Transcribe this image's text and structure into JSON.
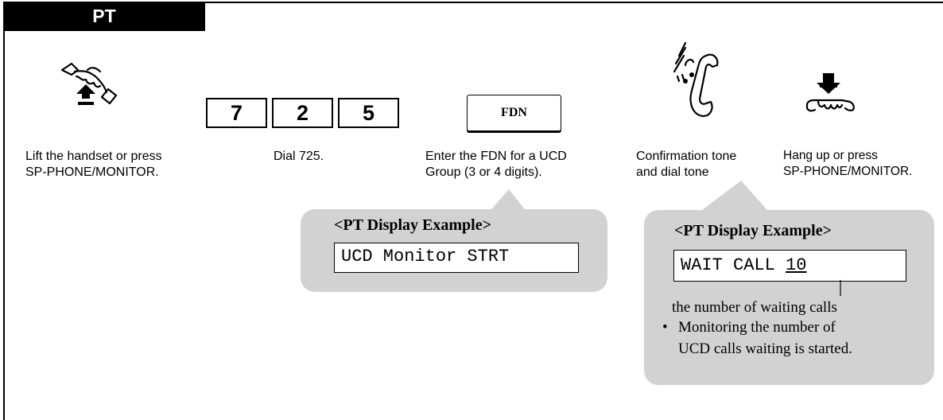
{
  "header": {
    "tab_label": "PT"
  },
  "steps": [
    {
      "icon": "lift-handset-icon",
      "caption_line1": "Lift the handset or press",
      "caption_line2": "SP-PHONE/MONITOR."
    },
    {
      "keys": [
        "7",
        "2",
        "5"
      ],
      "caption": "Dial 725."
    },
    {
      "key": "FDN",
      "caption_line1": "Enter the FDN for a UCD",
      "caption_line2": "Group (3 or 4 digits)."
    },
    {
      "icon": "ringing-handset-icon",
      "caption_line1": "Confirmation tone",
      "caption_line2": "and dial tone"
    },
    {
      "icon": "hang-up-icon",
      "caption_line1": "Hang up or press",
      "caption_line2": "SP-PHONE/MONITOR."
    }
  ],
  "display_examples": [
    {
      "title": "<PT Display Example>",
      "screen": "UCD Monitor STRT"
    },
    {
      "title": "<PT Display Example>",
      "screen_prefix": "WAIT CALL ",
      "screen_value": "10",
      "annotation": "the number of waiting calls",
      "note_line1": "Monitoring the number of",
      "note_line2": "UCD calls waiting is started."
    }
  ]
}
